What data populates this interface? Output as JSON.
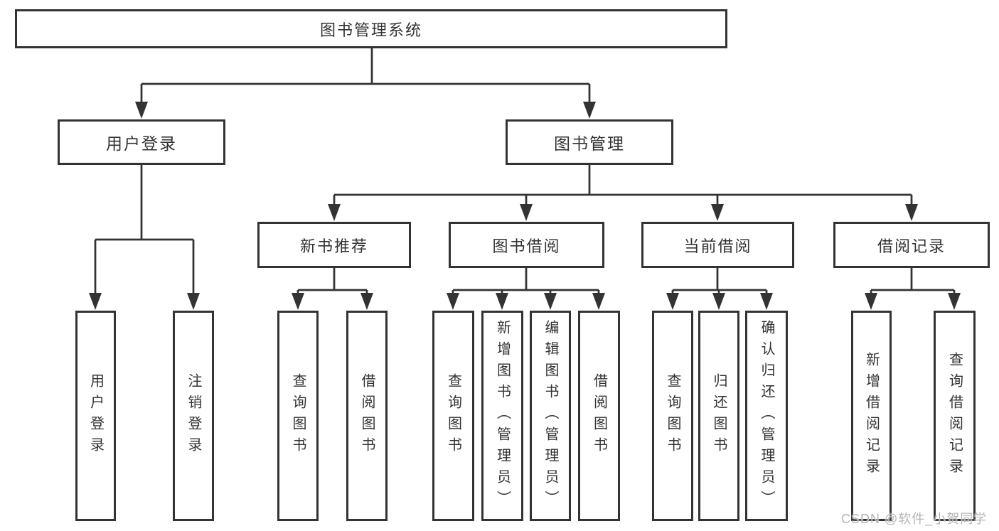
{
  "diagram": {
    "root_label": "图书管理系统",
    "branches": [
      {
        "label": "用户登录",
        "children": [
          {
            "label": "用户登录"
          },
          {
            "label": "注销登录"
          }
        ]
      },
      {
        "label": "图书管理",
        "children": [
          {
            "label": "新书推荐",
            "children": [
              {
                "label": "查询图书"
              },
              {
                "label": "借阅图书"
              }
            ]
          },
          {
            "label": "图书借阅",
            "children": [
              {
                "label": "查询图书"
              },
              {
                "label": "新增图书（管理员）"
              },
              {
                "label": "编辑图书（管理员）"
              },
              {
                "label": "借阅图书"
              }
            ]
          },
          {
            "label": "当前借阅",
            "children": [
              {
                "label": "查询图书"
              },
              {
                "label": "归还图书"
              },
              {
                "label": "确认归还（管理员）"
              }
            ]
          },
          {
            "label": "借阅记录",
            "children": [
              {
                "label": "新增借阅记录"
              },
              {
                "label": "查询借阅记录"
              }
            ]
          }
        ]
      }
    ]
  },
  "watermark": {
    "text": "CSDN @软件_小贺同学"
  },
  "colors": {
    "line": "#333333",
    "border": "#333333",
    "text": "#333333",
    "watermark": "#b5b5b5",
    "background": "#ffffff"
  }
}
